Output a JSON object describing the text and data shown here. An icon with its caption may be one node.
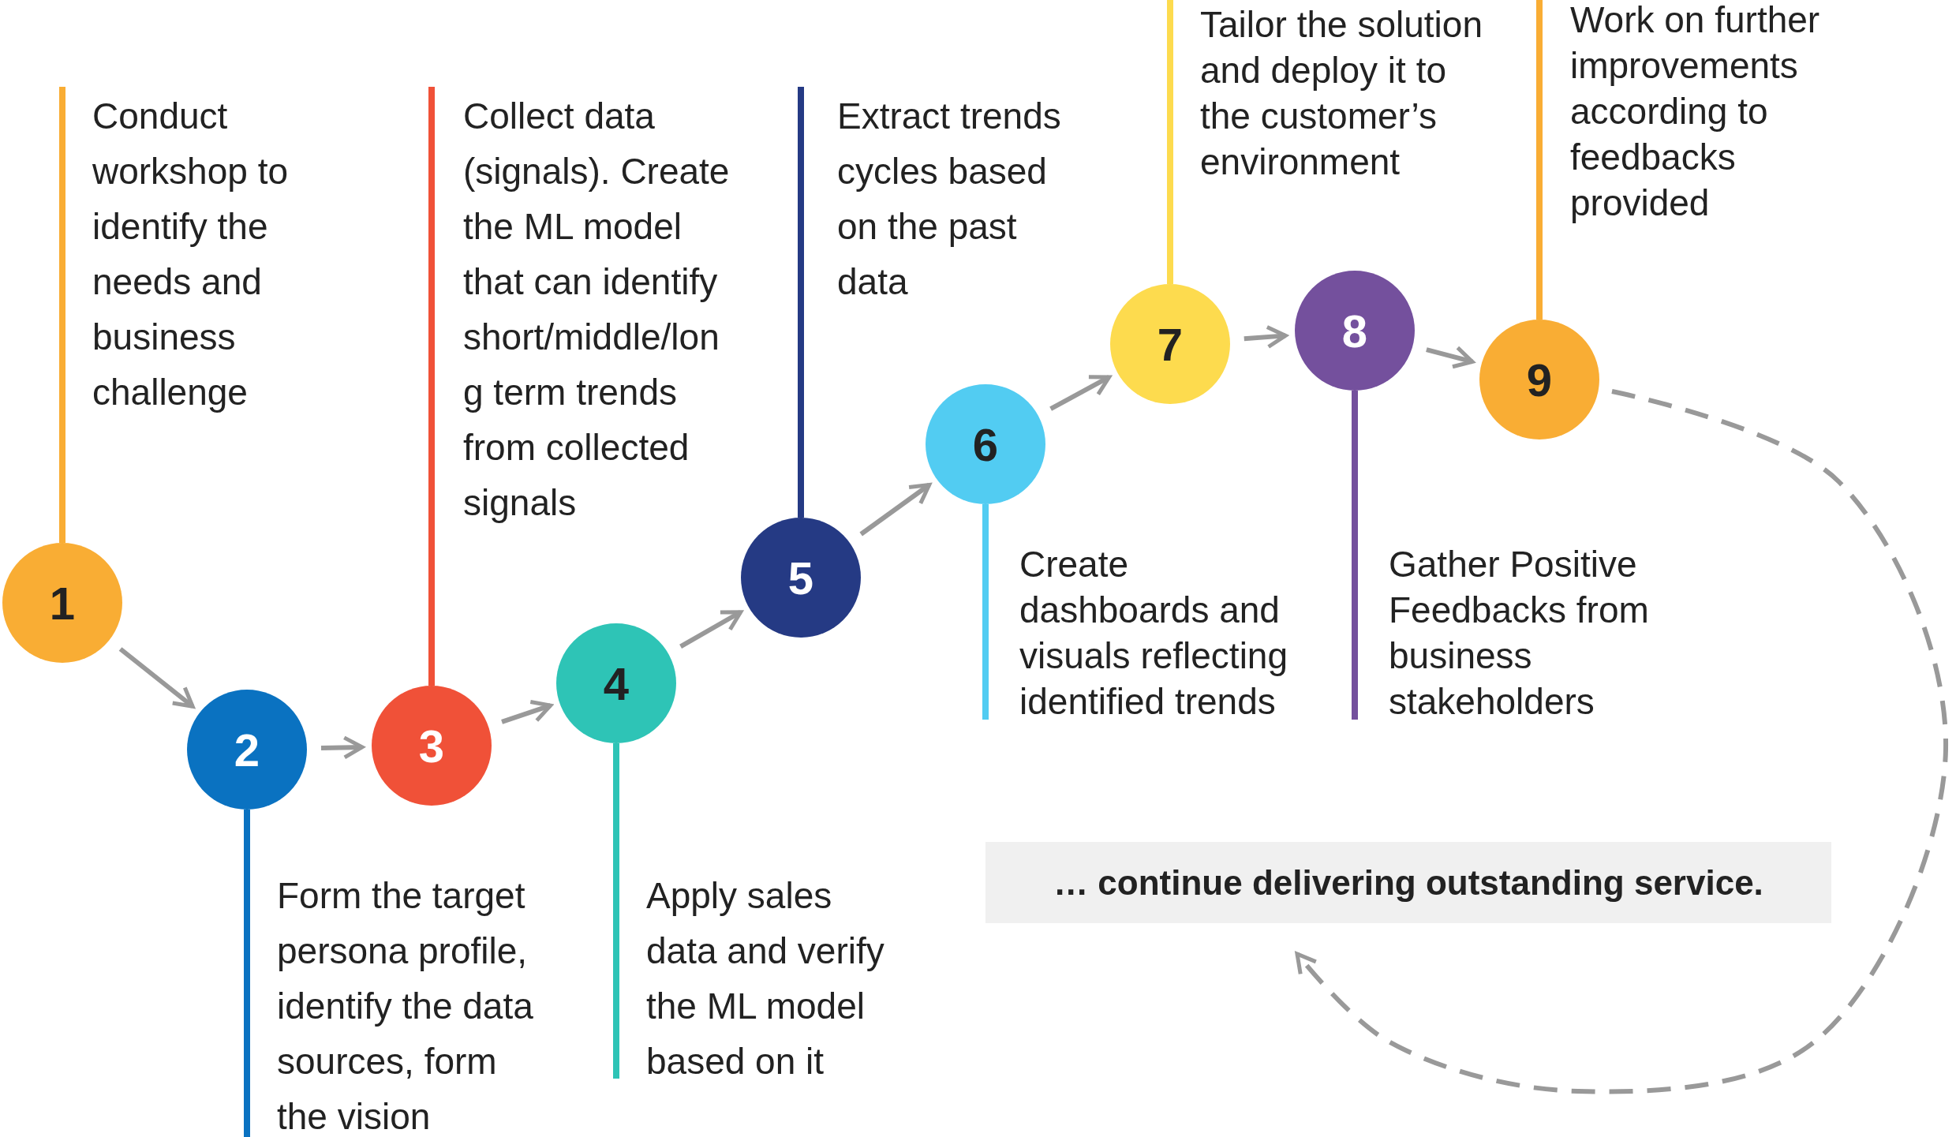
{
  "diagram": {
    "nodes": [
      {
        "text": [
          "1"
        ]
      },
      {
        "text": [
          "2"
        ]
      },
      {
        "text": [
          "3"
        ]
      },
      {
        "text": [
          "4"
        ]
      },
      {
        "text": [
          "5"
        ]
      },
      {
        "text": [
          "6"
        ]
      },
      {
        "text": [
          "7"
        ]
      },
      {
        "text": [
          "8"
        ]
      },
      {
        "text": [
          "9"
        ]
      },
      {
        "text": [
          "Conduct workshop to identify the needs and business challenge"
        ]
      },
      {
        "text": [
          "Form the target persona profile, identify the data sources, form the vision"
        ]
      },
      {
        "text": [
          "Collect data (signals). Create the ML model that can identify short/middle/long term trends from collected signals"
        ]
      },
      {
        "text": [
          "Apply sales data and verify the ML model based on it"
        ]
      },
      {
        "text": [
          "Extract trends cycles based on the past data"
        ]
      },
      {
        "text": [
          "Create dashboards and visuals reflecting identified trends"
        ]
      },
      {
        "text": [
          "Tailor the solution and deploy it to the customer’s environment"
        ]
      },
      {
        "text": [
          "Gather Positive Feedbacks from business stakeholders"
        ]
      },
      {
        "text": [
          "Work on further improvements according to feedbacks provided"
        ]
      },
      {
        "text": [
          "… continue delivering outstanding service."
        ]
      }
    ],
    "edges": [
      {
        "from": 0,
        "to": 1,
        "arrow": "to"
      },
      {
        "from": 1,
        "to": 2,
        "arrow": "to"
      },
      {
        "from": 2,
        "to": 3,
        "arrow": "to"
      },
      {
        "from": 3,
        "to": 4,
        "arrow": "to"
      },
      {
        "from": 4,
        "to": 5,
        "arrow": "to"
      },
      {
        "from": 5,
        "to": 6,
        "arrow": "to"
      },
      {
        "from": 6,
        "to": 7,
        "arrow": "to"
      },
      {
        "from": 7,
        "to": 8,
        "arrow": "to"
      },
      {
        "from": 8,
        "to": 18,
        "arrow": "to",
        "style": "dashed"
      },
      {
        "from": 9,
        "to": 0,
        "arrow": "none",
        "color": "#f9ad34"
      },
      {
        "from": 10,
        "to": 1,
        "arrow": "none",
        "color": "#0a72c1"
      },
      {
        "from": 11,
        "to": 2,
        "arrow": "none",
        "color": "#f05138"
      },
      {
        "from": 12,
        "to": 3,
        "arrow": "none",
        "color": "#2ec4b6"
      },
      {
        "from": 13,
        "to": 4,
        "arrow": "none",
        "color": "#253a84"
      },
      {
        "from": 14,
        "to": 5,
        "arrow": "none",
        "color": "#52ccf2"
      },
      {
        "from": 15,
        "to": 6,
        "arrow": "none",
        "color": "#fddb4e"
      },
      {
        "from": 16,
        "to": 7,
        "arrow": "none",
        "color": "#74509d"
      },
      {
        "from": 17,
        "to": 8,
        "arrow": "none",
        "color": "#f9ad34"
      }
    ]
  }
}
